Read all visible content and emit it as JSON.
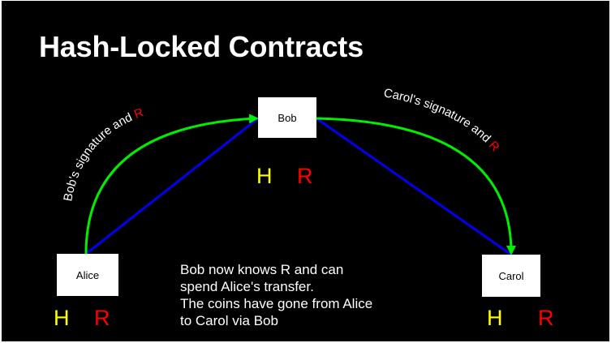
{
  "title": "Hash-Locked Contracts",
  "nodes": {
    "bob": "Bob",
    "alice": "Alice",
    "carol": "Carol"
  },
  "labels": {
    "left_arc_text": "Bob's signature and ",
    "left_arc_r": "R",
    "right_arc_text": "Carol's signature and ",
    "right_arc_r": "R"
  },
  "letters": {
    "h": "H",
    "r": "R"
  },
  "note": [
    "Bob now knows R and can",
    "spend Alice's transfer.",
    "The coins have gone from Alice",
    "to Carol via Bob"
  ],
  "colors": {
    "background": "#000000",
    "text": "#ffffff",
    "h_letter": "#ffff00",
    "r_letter": "#ff0000",
    "green_arrow": "#00ee00",
    "blue_line": "#0000ee",
    "node_fill": "#ffffff"
  }
}
